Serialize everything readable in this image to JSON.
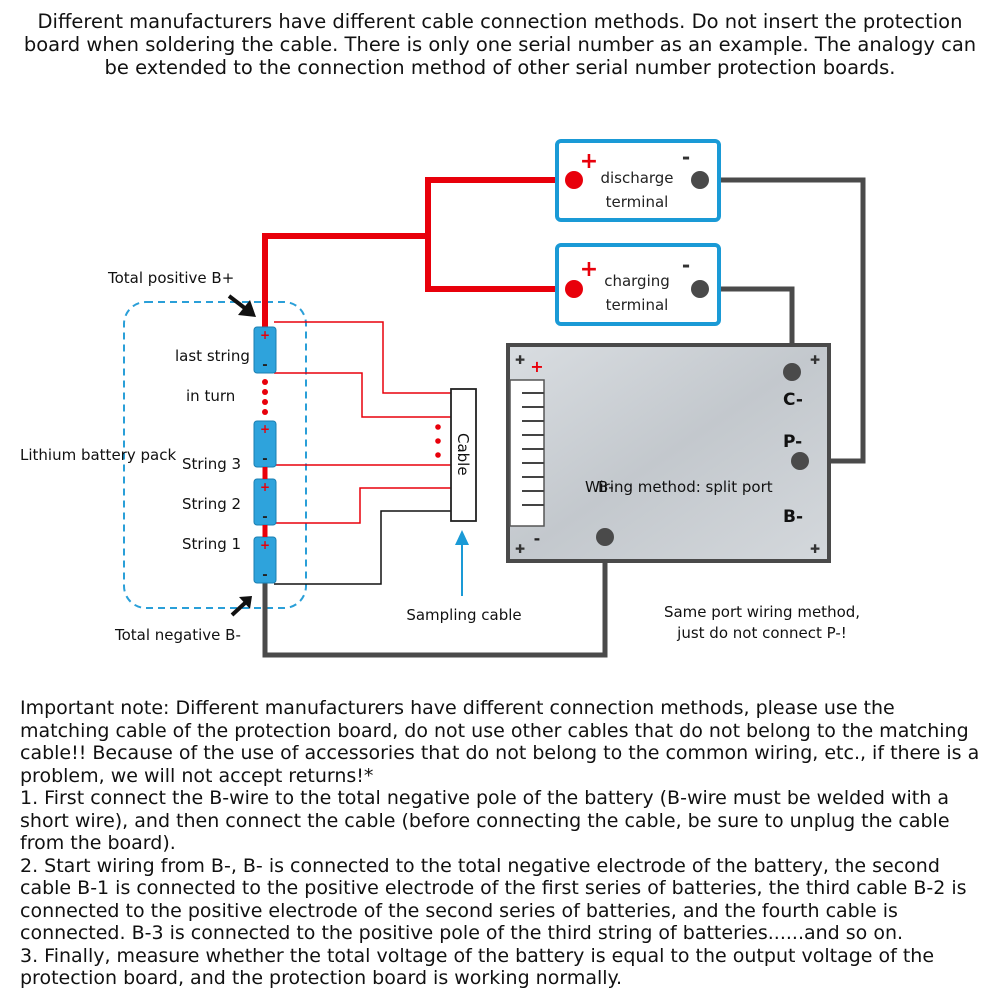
{
  "header": {
    "text": "Different manufacturers have different cable connection methods. Do not insert the protection board when soldering the cable. There is only one serial number as an example. The analogy can be extended to the connection method of other serial number protection boards."
  },
  "diagram": {
    "discharge_terminal": {
      "plus": "+",
      "minus": "-",
      "line1": "discharge",
      "line2": "terminal"
    },
    "charging_terminal": {
      "plus": "+",
      "minus": "-",
      "line1": "charging",
      "line2": "terminal"
    },
    "total_positive": "Total positive B+",
    "total_negative": "Total negative B-",
    "battery_pack": "Lithium battery pack",
    "cell_labels": {
      "last_string": "last string",
      "in_turn": "in turn",
      "string3": "String 3",
      "string2": "String 2",
      "string1": "String 1"
    },
    "cell_plus": "+",
    "cell_minus": "-",
    "cable": "Cable",
    "sampling_cable": "Sampling cable",
    "board": {
      "plus": "+",
      "minus": "-",
      "c_label": "C-",
      "p_label": "P-",
      "b_label": "B-",
      "center_text": "Wiring method: split port",
      "overlap_text": "B-"
    },
    "same_port_note_1": "Same port wiring method,",
    "same_port_note_2": "just do not connect P-!",
    "colors": {
      "positive": "#e8000b",
      "negative": "#4a4a4a",
      "terminal_border": "#1a9ad6",
      "cell": "#2ea3dc",
      "board": "#c8cdd2"
    }
  },
  "notes": {
    "important": "Important note: Different manufacturers have different connection methods, please use the matching cable of the protection board, do not use other cables that do not belong to the matching cable!! Because of the use of accessories that do not belong to the common wiring, etc., if there is a problem, we will not accept returns!*",
    "step1": "1. First connect the B-wire to the total negative pole of the battery (B-wire must be welded with a short wire), and then connect the cable (before connecting the cable, be sure to unplug the cable from the board).",
    "step2": "2. Start wiring from B-, B- is connected to the total negative electrode of the battery, the second cable B-1 is connected to the positive electrode of the first series of batteries, the third cable B-2 is connected to the positive electrode of the second series of batteries, and the fourth cable is connected. B-3 is connected to the positive pole of the third string of batteries......and so on.",
    "step3": "3. Finally, measure whether the total voltage of the battery is equal to the output voltage of the protection board, and the protection board is working normally."
  }
}
